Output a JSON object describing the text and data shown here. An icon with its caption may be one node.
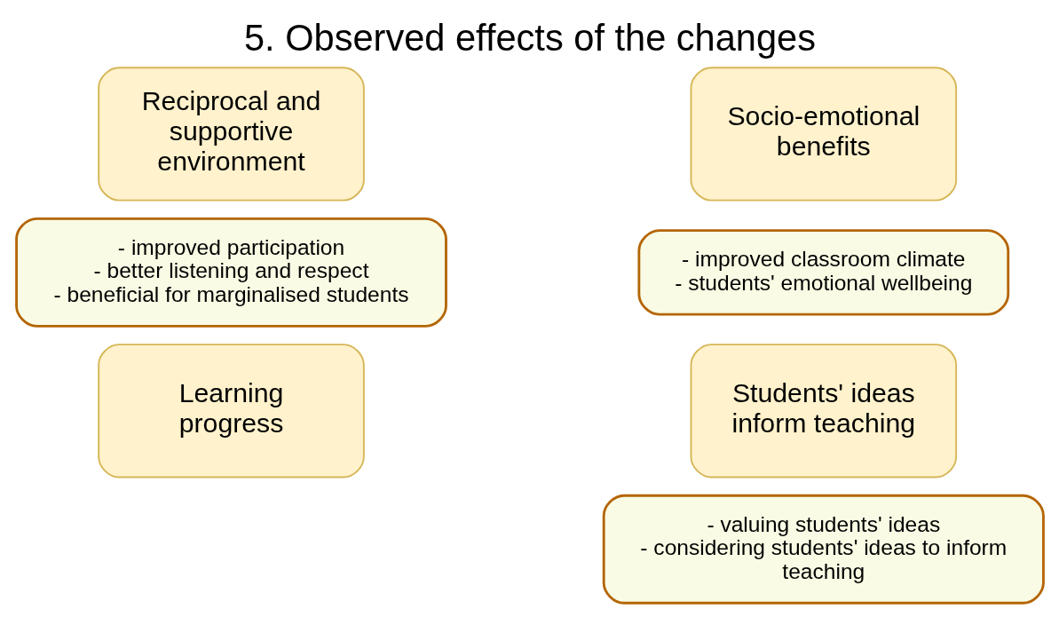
{
  "diagram": {
    "title": "5. Observed effects of the changes",
    "nodes": [
      {
        "text": [
          "Reciprocal and supportive environment"
        ]
      },
      {
        "text": [
          "- improved participation",
          "- better listening and respect",
          "- beneficial for marginalised students"
        ]
      },
      {
        "text": [
          "Socio-emotional benefits"
        ]
      },
      {
        "text": [
          "- improved classroom climate",
          "- students' emotional wellbeing"
        ]
      },
      {
        "text": [
          "Learning progress"
        ]
      },
      {
        "text": [
          "Students' ideas inform teaching"
        ]
      },
      {
        "text": [
          "- valuing students' ideas",
          "- considering students' ideas to inform teaching"
        ]
      }
    ]
  }
}
